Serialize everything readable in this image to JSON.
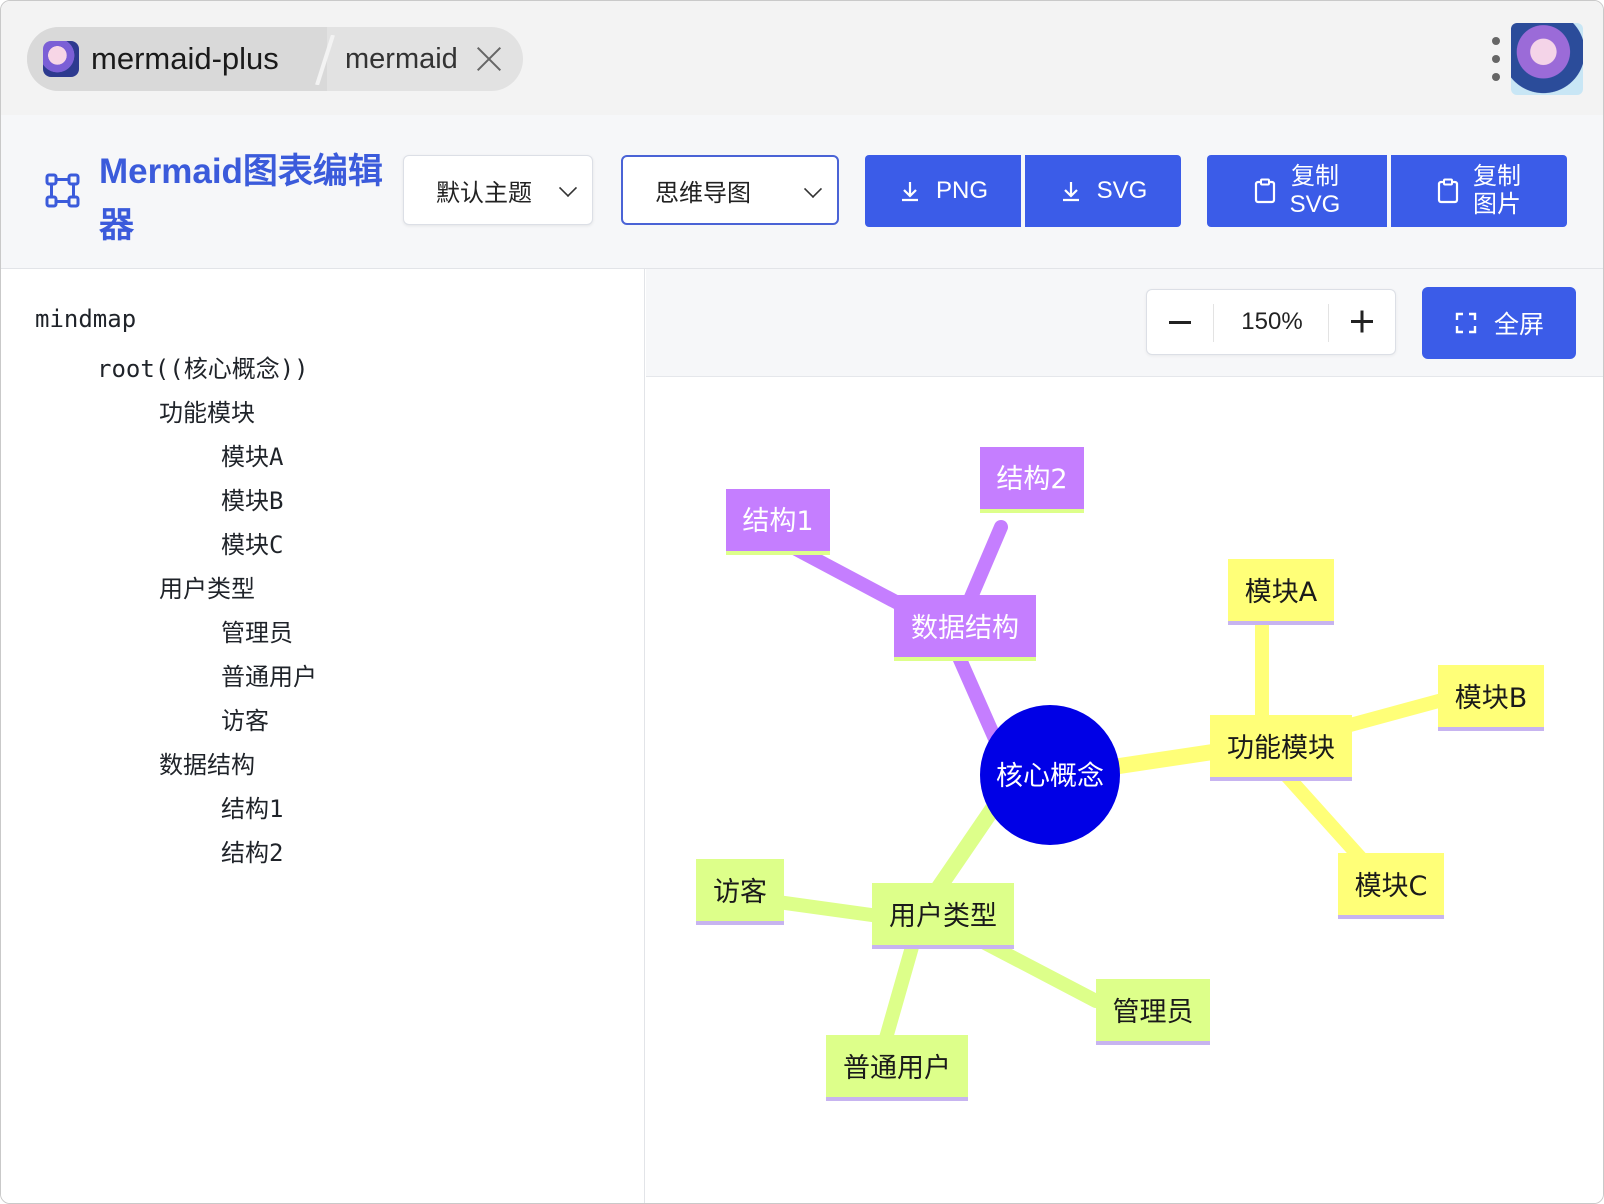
{
  "tabs": {
    "active_title": "mermaid-plus",
    "second_title": "mermaid"
  },
  "toolbar": {
    "app_title": "Mermaid图表编辑器",
    "theme_select": "默认主题",
    "type_select": "思维导图",
    "png_label": "PNG",
    "svg_label": "SVG",
    "copy_svg_line1": "复制",
    "copy_svg_line2": "SVG",
    "copy_img_line1": "复制",
    "copy_img_line2": "图片"
  },
  "editor": {
    "lines": [
      "mindmap",
      "root((核心概念))",
      "功能模块",
      "模块A",
      "模块B",
      "模块C",
      "用户类型",
      "管理员",
      "普通用户",
      "访客",
      "数据结构",
      "结构1",
      "结构2"
    ]
  },
  "preview": {
    "zoom_level": "150%",
    "fullscreen_label": "全屏"
  },
  "mindmap": {
    "root": "核心概念",
    "branches": [
      {
        "label": "功能模块",
        "color": "#ffff78",
        "children": [
          "模块A",
          "模块B",
          "模块C"
        ]
      },
      {
        "label": "用户类型",
        "color": "#ddff8a",
        "children": [
          "管理员",
          "普通用户",
          "访客"
        ]
      },
      {
        "label": "数据结构",
        "color": "#c57eff",
        "children": [
          "结构1",
          "结构2"
        ]
      }
    ],
    "root_color": "#0000e6"
  },
  "colors": {
    "accent": "#3b5ce8",
    "brand_text": "#3b5bdb"
  }
}
